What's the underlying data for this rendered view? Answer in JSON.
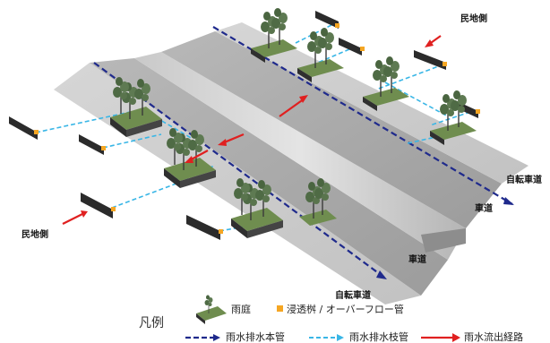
{
  "labels": {
    "resident_side": "民地側",
    "bike_lane": "自転車道",
    "roadway": "車道"
  },
  "legend": {
    "title": "凡例",
    "rain_garden": "雨庭",
    "infiltration_basin": "浸透桝 / オーバーフロー管",
    "main_pipe": "雨水排水本管",
    "branch_pipe": "雨水排水枝管",
    "flow_path": "雨水流出経路"
  },
  "colors": {
    "main_pipe": "#1f2a8c",
    "branch_pipe": "#39b6e6",
    "flow_path": "#e02020",
    "basin": "#f5a623",
    "road": "#a9a9a9",
    "sidewalk": "#c6c6c6",
    "tree": "#4f6b45",
    "planter_top": "#6f8d4f",
    "curb_block": "#2b2b2b"
  }
}
